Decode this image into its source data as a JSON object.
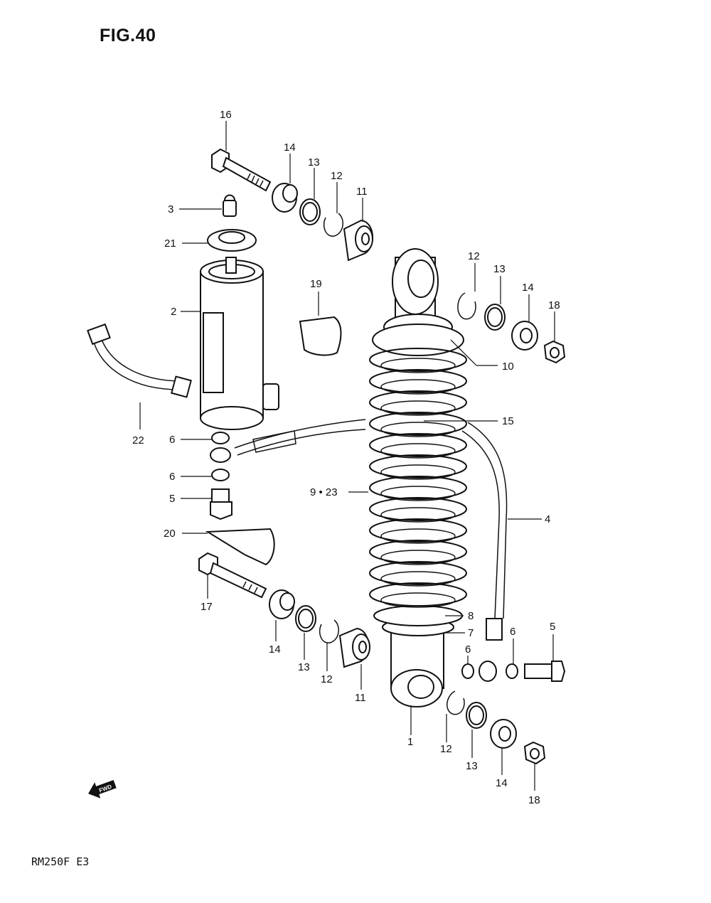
{
  "figure": {
    "title": "FIG.40",
    "model_code": "RM250F  E3",
    "fwd_badge": "FWD"
  },
  "callouts": {
    "c1": "1",
    "c2": "2",
    "c3": "3",
    "c4": "4",
    "c5a": "5",
    "c5b": "5",
    "c6a": "6",
    "c6b": "6",
    "c6c": "6",
    "c6d": "6",
    "c7": "7",
    "c8": "8",
    "c9_23": "9 • 23",
    "c10": "10",
    "c11a": "11",
    "c11b": "11",
    "c12a": "12",
    "c12b": "12",
    "c12c": "12",
    "c12d": "12",
    "c13a": "13",
    "c13b": "13",
    "c13c": "13",
    "c13d": "13",
    "c14a": "14",
    "c14b": "14",
    "c14c": "14",
    "c14d": "14",
    "c15": "15",
    "c16": "16",
    "c17": "17",
    "c18a": "18",
    "c18b": "18",
    "c19": "19",
    "c20": "20",
    "c21": "21",
    "c22": "22"
  }
}
